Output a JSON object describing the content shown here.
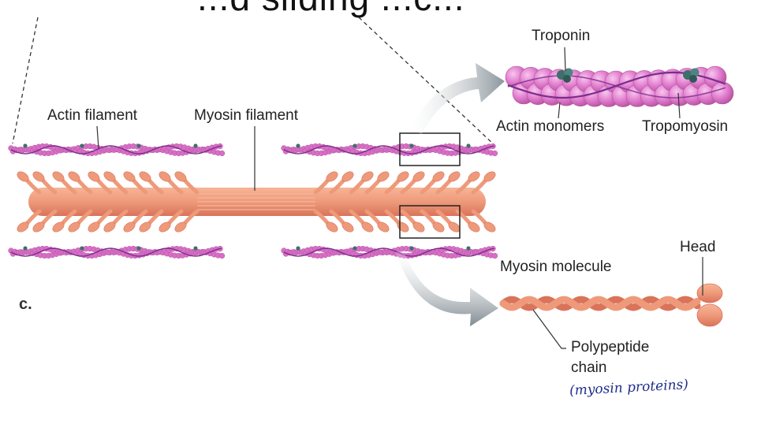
{
  "header_fragment": "...d sliding ...c...",
  "panel_label": "c.",
  "labels": {
    "actin_filament": "Actin filament",
    "myosin_filament": "Myosin filament",
    "troponin": "Troponin",
    "actin_monomers": "Actin monomers",
    "tropomyosin": "Tropomyosin",
    "myosin_molecule": "Myosin molecule",
    "head": "Head",
    "polypeptide_line1": "Polypeptide",
    "polypeptide_line2": "chain"
  },
  "handwritten_note": "(myosin proteins)",
  "colors": {
    "actin": "#d86fc4",
    "actin_dark": "#b050a6",
    "myosin": "#ee9a7a",
    "myosin_dark": "#d9735a",
    "tropomyosin": "#7a2d8c",
    "troponin": "#3e6f6b",
    "arrow": "#8a959c",
    "handwriting": "#1f2e8c"
  }
}
